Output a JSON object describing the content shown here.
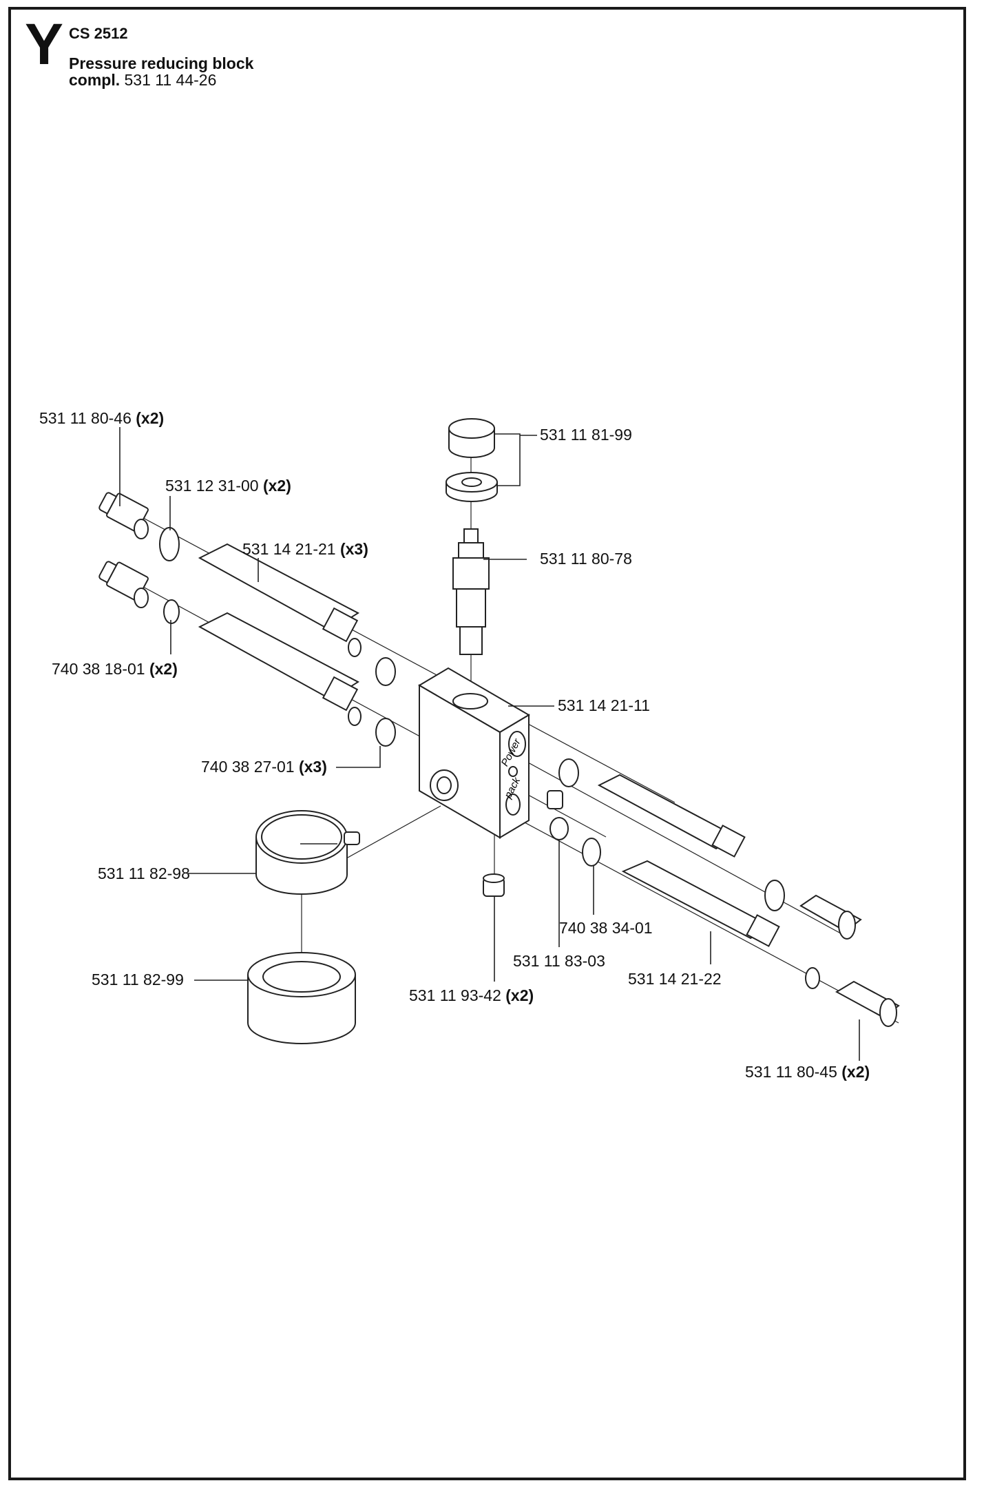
{
  "header": {
    "section_letter": "Y",
    "model": "CS 2512",
    "title": "Pressure reducing block",
    "compl_prefix": "compl.",
    "compl_part": "531 11 44-26"
  },
  "block_text": {
    "line1": "Power",
    "line2": "pack"
  },
  "parts": [
    {
      "number": "531 11 80-46",
      "qty": "(x2)"
    },
    {
      "number": "531 12 31-00",
      "qty": "(x2)"
    },
    {
      "number": "531 14 21-21",
      "qty": "(x3)"
    },
    {
      "number": "740 38 18-01",
      "qty": "(x2)"
    },
    {
      "number": "740 38 27-01",
      "qty": "(x3)"
    },
    {
      "number": "531 11 81-99",
      "qty": ""
    },
    {
      "number": "531 11 80-78",
      "qty": ""
    },
    {
      "number": "531 14 21-11",
      "qty": ""
    },
    {
      "number": "531 11 82-98",
      "qty": ""
    },
    {
      "number": "531 11 82-99",
      "qty": ""
    },
    {
      "number": "531 11 93-42",
      "qty": "(x2)"
    },
    {
      "number": "531 11 83-03",
      "qty": ""
    },
    {
      "number": "740 38 34-01",
      "qty": ""
    },
    {
      "number": "531 14 21-22",
      "qty": ""
    },
    {
      "number": "531 11 80-45",
      "qty": "(x2)"
    }
  ]
}
